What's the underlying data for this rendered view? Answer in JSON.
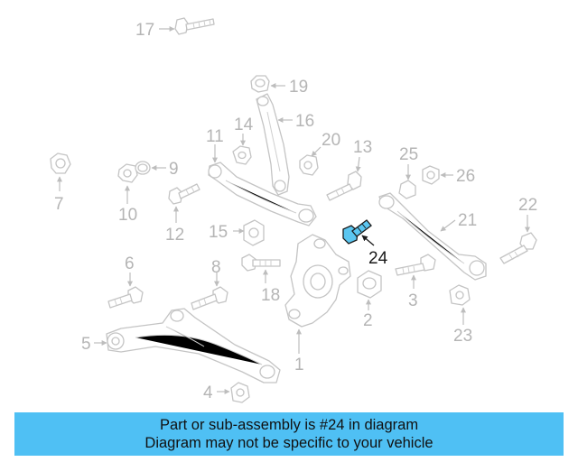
{
  "diagram": {
    "highlighted_part": "24",
    "callouts": [
      "1",
      "2",
      "3",
      "4",
      "5",
      "6",
      "7",
      "8",
      "9",
      "10",
      "11",
      "12",
      "13",
      "14",
      "15",
      "16",
      "17",
      "18",
      "19",
      "20",
      "21",
      "22",
      "23",
      "24",
      "25",
      "26"
    ]
  },
  "banner": {
    "line1": "Part or sub-assembly is #24 in diagram",
    "line2": "Diagram may not be specific to your vehicle",
    "background": "#4fc0f4"
  },
  "colors": {
    "line_art": "#c4c4c4",
    "callout_text": "#b5b5b5",
    "highlight_fill": "#5bc6f0",
    "highlight_text": "#1a1a1a"
  }
}
